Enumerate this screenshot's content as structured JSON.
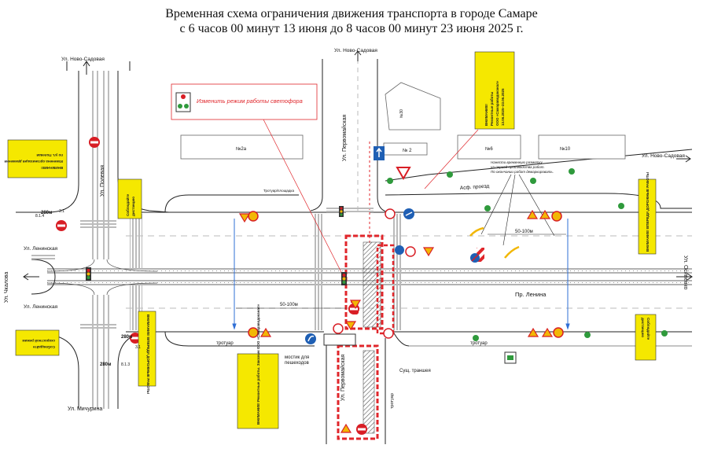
{
  "title": {
    "line1": "Временная схема ограничения движения транспорта в городе Самаре",
    "line2": "с 6 часов 00 минут 13 июня до 8 часов 00 минут 23 июня 2025 г."
  },
  "streets": {
    "novo_sadovaya_left": "Ул. Ново-Садовая",
    "novo_sadovaya_top": "Ул. Ново-Садовая",
    "novo_sadovaya_right": "Ул. Ново-Садовая",
    "polevaya": "Ул. Полевая",
    "pervomayskaya_top": "Ул. Первомайская",
    "pervomayskaya_bottom": "Ул. Первомайская",
    "leninskaya_top": "Ул. Ленинская",
    "leninskaya_bottom": "Ул. Ленинская",
    "chkalova": "Ул. Чкалова",
    "michurina": "Ул. Мичурина",
    "osipenko": "Ул. Осипенко",
    "lenina": "Пр. Ленина"
  },
  "buildings": {
    "b2a": "№2а",
    "b30": "№30",
    "b2": "№ 2",
    "b6": "№6",
    "b10": "№10"
  },
  "labels": {
    "traffic_light_note": "Изменить режим работы светофора",
    "asphalt_passage": "Асф. проезд",
    "markup_note_line1": "Нанести временную разметку",
    "markup_note_line2": "на период производства работ.",
    "markup_note_line3": "По окончании работ демаркировать.",
    "dist_right": "50-100м",
    "dist_left": "50-100м",
    "sidewalk_left": "тротуар",
    "sidewalk_right": "тротуар",
    "sidewalk_vertical": "тротуар",
    "bridge_line1": "мостик для",
    "bridge_line2": "пешеходов",
    "trench": "Сущ. траншея",
    "sidewalk_top": "Тротуар/площадка",
    "dist_280_top": "280м",
    "dist_280_mid": "280м",
    "dist_280_bottom": "280м",
    "sign_3_1_top": "3.1",
    "sign_8_1_4": "8.1.4",
    "sign_8_1_3": "8.1.3",
    "sign_3_1": "3.1"
  },
  "boards": {
    "top_center_1": "ВНИМАНИЕ!",
    "top_center_2": "Ремонтные работы",
    "top_center_3": "ООО «Самараводоканал»",
    "top_center_4": "13.06.2025–23.06.2025",
    "left_top_1": "ВНИМАНИЕ!",
    "left_top_2": "Изменена организация движения",
    "left_top_3": "по ул. Полевая",
    "left_mid_1": "Соблюдайте",
    "left_mid_2": "дистанцию",
    "left_low_1": "Соблюдайте",
    "left_low_2": "скоростной режим",
    "left_vert": "ВНИМАНИЕ! ВПЕРЕДИ ДОРОЖНЫЕ РАБОТЫ",
    "right_top": "ВНИМАНИЕ! ВПЕРЕДИ ДОРОЖНЫЕ РАБОТЫ",
    "right_bottom_1": "Соблюдайте",
    "right_bottom_2": "дистанцию",
    "bottom_vert": "ВНИМАНИЕ! Ремонтные работы. Заказчик ООО «Самараводоканал»"
  },
  "colors": {
    "road_line": "#222222",
    "barrier_red": "#e0262b",
    "info_yellow": "#f5e800",
    "sign_blue": "#1f5fb4",
    "sign_red": "#d81e25",
    "tree_green": "#2f9a3c",
    "arrow_blue": "#2f6fd6"
  }
}
